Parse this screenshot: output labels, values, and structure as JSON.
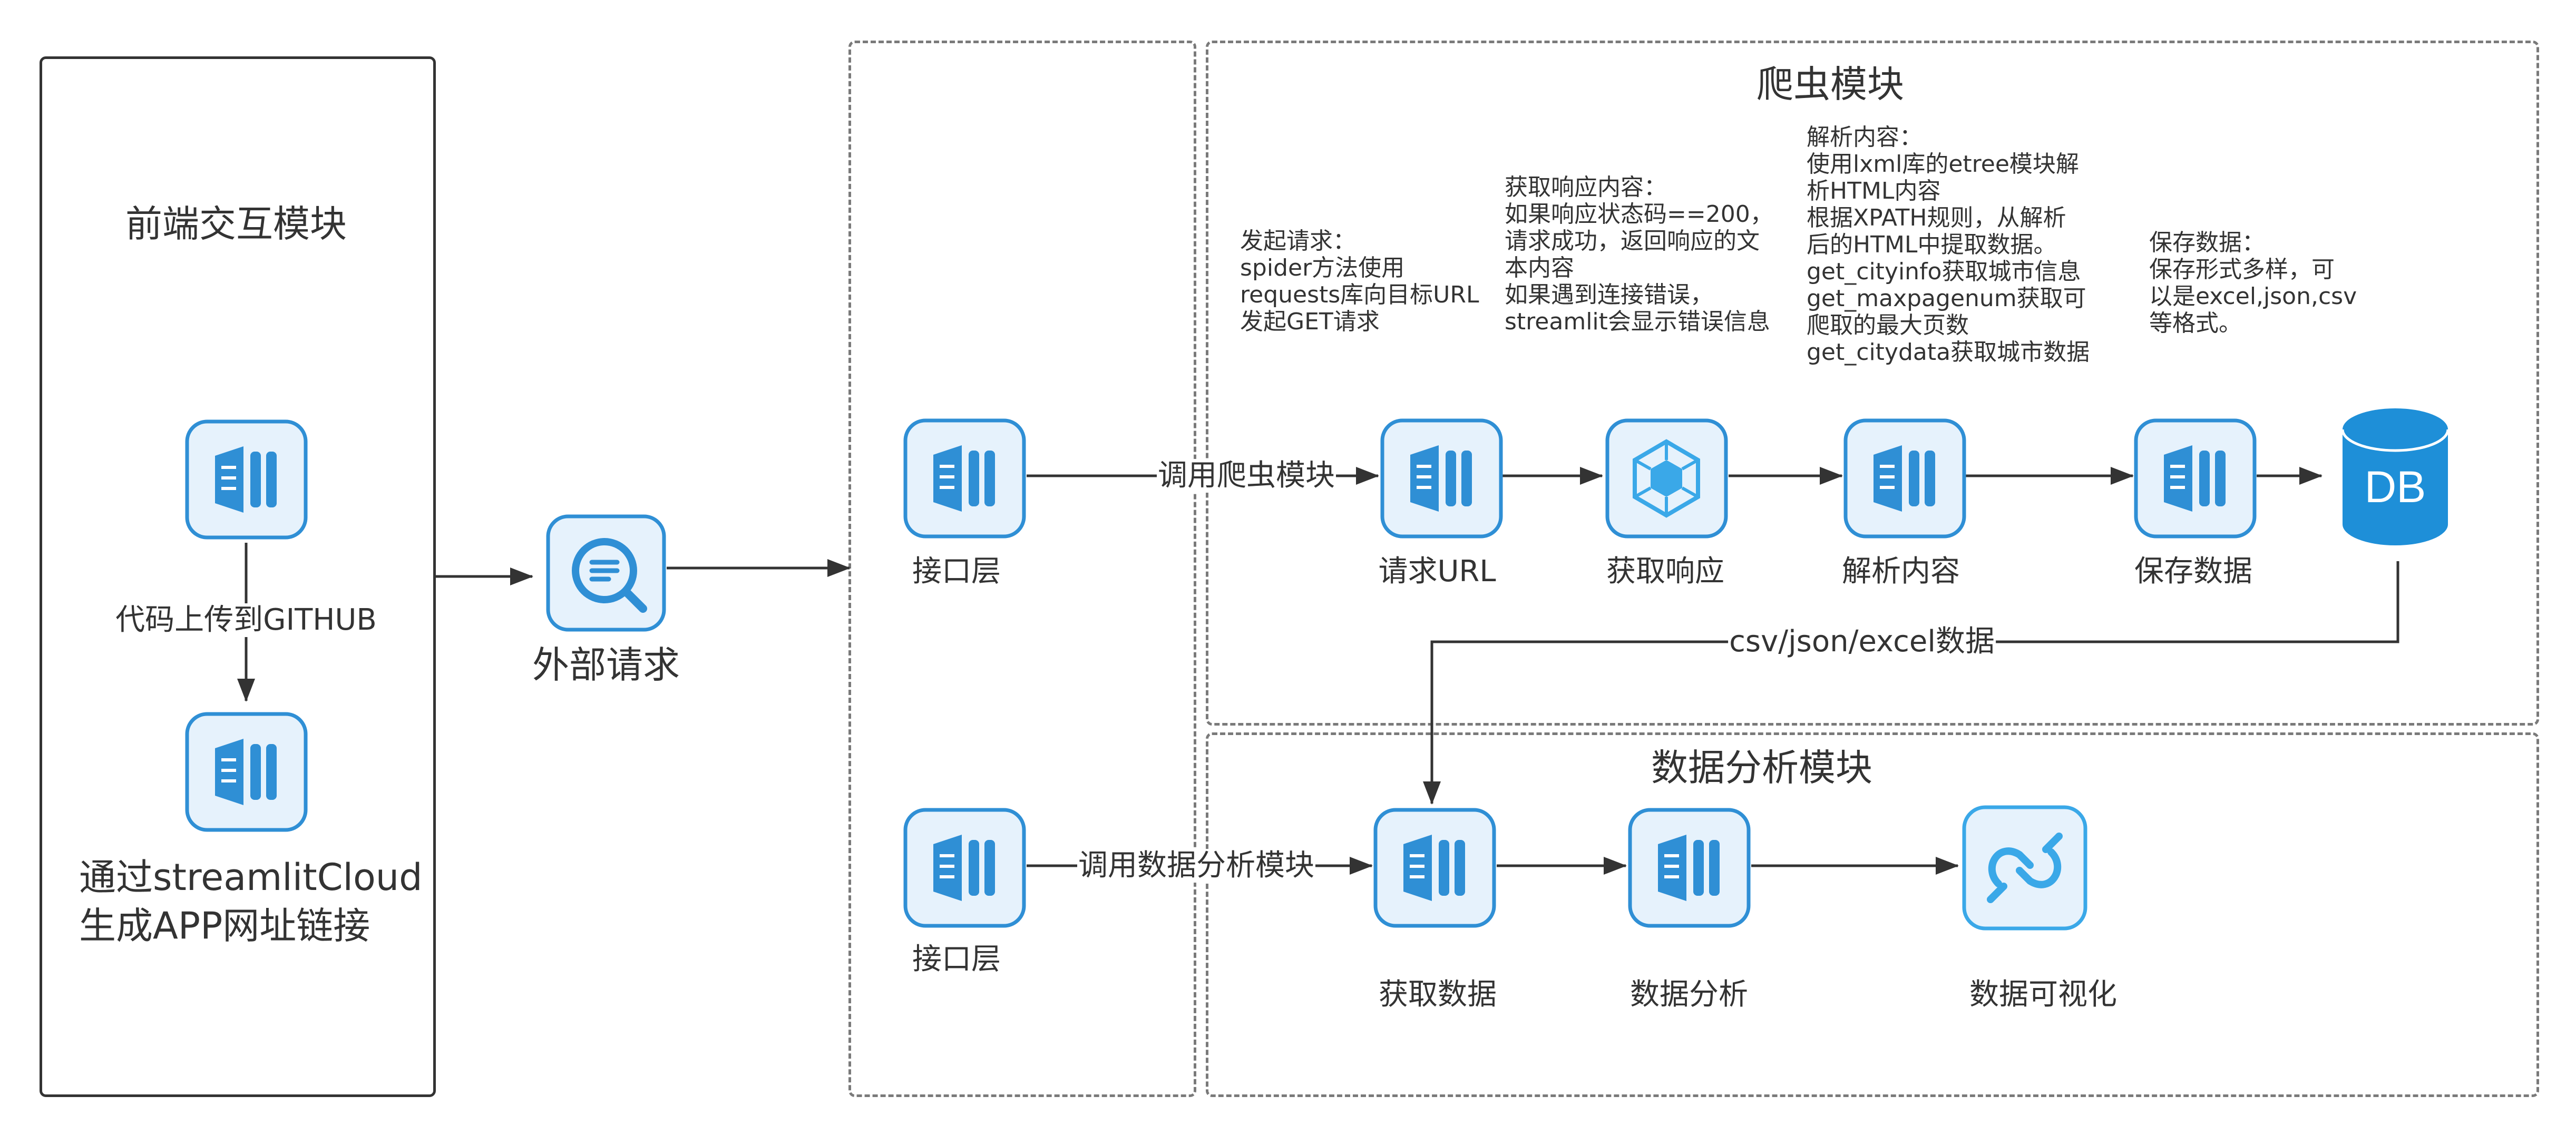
{
  "colors": {
    "icon_blue": "#2f8fd5",
    "icon_light": "#e6f2fc",
    "stroke": "#333333",
    "dash": "#7a7a7a"
  },
  "frontend": {
    "title": "前端交互模块",
    "edge_label": "代码上传到GITHUB",
    "caption_line1": "通过streamlitCloud",
    "caption_line2": "生成APP网址链接"
  },
  "external": {
    "label": "外部请求",
    "icon": "search-chat-icon"
  },
  "crawler": {
    "title": "爬虫模块",
    "api_label": "接口层",
    "call_label": "调用爬虫模块",
    "nodes": {
      "request_url": "请求URL",
      "get_response": "获取响应",
      "parse": "解析内容",
      "save": "保存数据",
      "db": "DB"
    },
    "notes": {
      "request": "发起请求：\nspider方法使用\nrequests库向目标URL\n发起GET请求",
      "response": "获取响应内容：\n如果响应状态码==200，\n请求成功，返回响应的文\n本内容\n如果遇到连接错误，\nstreamlit会显示错误信息",
      "parse": "解析内容：\n使用lxml库的etree模块解\n析HTML内容\n根据XPATH规则，从解析\n后的HTML中提取数据。\nget_cityinfo获取城市信息\nget_maxpagenum获取可\n爬取的最大页数\nget_citydata获取城市数据",
      "save": "保存数据：\n保存形式多样，可\n以是excel,json,csv\n等格式。"
    }
  },
  "data_flow_label": "csv/json/excel数据",
  "analysis": {
    "title": "数据分析模块",
    "api_label": "接口层",
    "call_label": "调用数据分析模块",
    "nodes": {
      "get_data": "获取数据",
      "analyze": "数据分析",
      "visualize": "数据可视化"
    }
  }
}
